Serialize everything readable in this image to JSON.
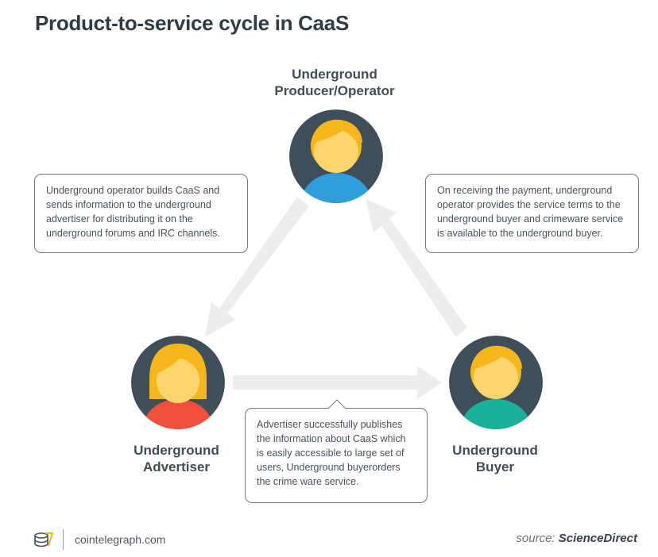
{
  "title": "Product-to-service cycle in CaaS",
  "nodes": {
    "producer": {
      "line1": "Underground",
      "line2": "Producer/Operator",
      "shirt_color": "#2e9fdc"
    },
    "advertiser": {
      "line1": "Underground",
      "line2": "Advertiser",
      "shirt_color": "#ef4f3b"
    },
    "buyer": {
      "line1": "Underground",
      "line2": "Buyer",
      "shirt_color": "#1bb09a"
    }
  },
  "callouts": {
    "producer_to_advertiser": "Underground operator builds CaaS and sends information to the underground advertiser for distributing it on the underground forums and IRC channels.",
    "buyer_to_producer": "On receiving the payment, underground operator provides the service terms to the underground buyer and crimeware service is available to the underground buyer.",
    "advertiser_to_buyer": "Advertiser successfully publishes the information about CaaS which is easily accessible to large set of users, Underground buyerorders the crime ware service."
  },
  "colors": {
    "avatar_bg": "#3f4e58",
    "hair": "#f5b71c",
    "face": "#fdd56c",
    "arrow": "#ededed"
  },
  "footer": {
    "site": "cointelegraph.com",
    "source_prefix": "source: ",
    "source_name": "ScienceDirect"
  }
}
